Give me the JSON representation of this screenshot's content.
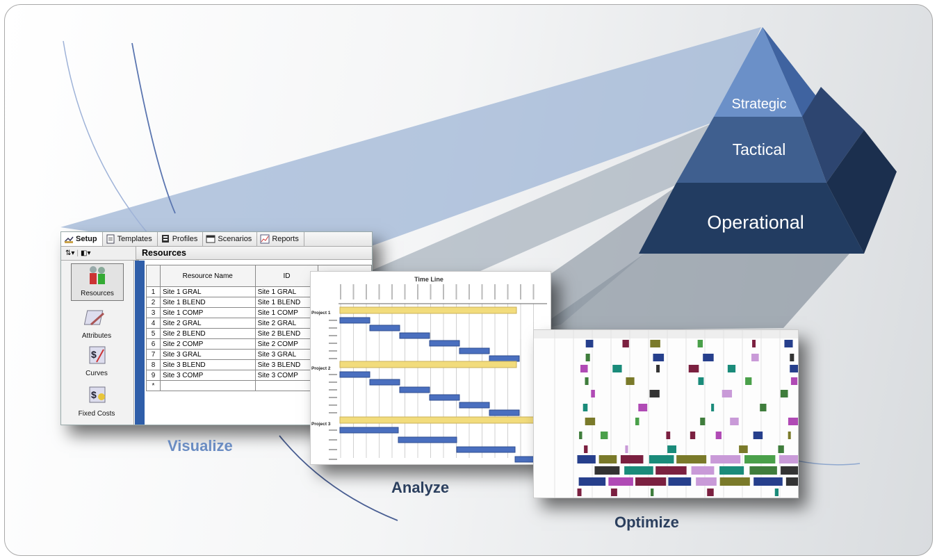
{
  "pyramid": {
    "levels": [
      "Strategic",
      "Tactical",
      "Operational"
    ]
  },
  "captions": {
    "visualize": "Visualize",
    "analyze": "Analyze",
    "optimize": "Optimize"
  },
  "app_window": {
    "tabs": [
      "Setup",
      "Templates",
      "Profiles",
      "Scenarios",
      "Reports"
    ],
    "active_tab": "Setup",
    "panel_title": "Resources",
    "sidebar": [
      "Resources",
      "Attributes",
      "Curves",
      "Fixed Costs"
    ],
    "selected_sidebar": "Resources",
    "table": {
      "columns": [
        "Resource Name",
        "ID"
      ],
      "rows": [
        {
          "n": "1",
          "name": "Site 1 GRAL",
          "id": "Site 1 GRAL"
        },
        {
          "n": "2",
          "name": "Site 1 BLEND",
          "id": "Site 1 BLEND"
        },
        {
          "n": "3",
          "name": "Site 1 COMP",
          "id": "Site 1 COMP"
        },
        {
          "n": "4",
          "name": "Site 2 GRAL",
          "id": "Site 2 GRAL"
        },
        {
          "n": "5",
          "name": "Site 2 BLEND",
          "id": "Site 2 BLEND"
        },
        {
          "n": "6",
          "name": "Site 2 COMP",
          "id": "Site 2 COMP"
        },
        {
          "n": "7",
          "name": "Site 3 GRAL",
          "id": "Site 3 GRAL"
        },
        {
          "n": "8",
          "name": "Site 3 BLEND",
          "id": "Site 3 BLEND"
        },
        {
          "n": "9",
          "name": "Site 3 COMP",
          "id": "Site 3 COMP"
        }
      ],
      "new_row_marker": "*"
    }
  },
  "timeline": {
    "title": "Time Line",
    "projects": [
      "Project 1",
      "Project 2",
      "Project 3"
    ]
  },
  "colors": {
    "pyramid_top": "#6a8fc7",
    "pyramid_mid": "#3d5d8a",
    "pyramid_bottom": "#223a5c",
    "caption_visualize": "#6a8cc2",
    "caption_dark": "#2b3f5e",
    "gantt_blue": "#4a6fbf",
    "gantt_yellow": "#f2dc7c"
  }
}
